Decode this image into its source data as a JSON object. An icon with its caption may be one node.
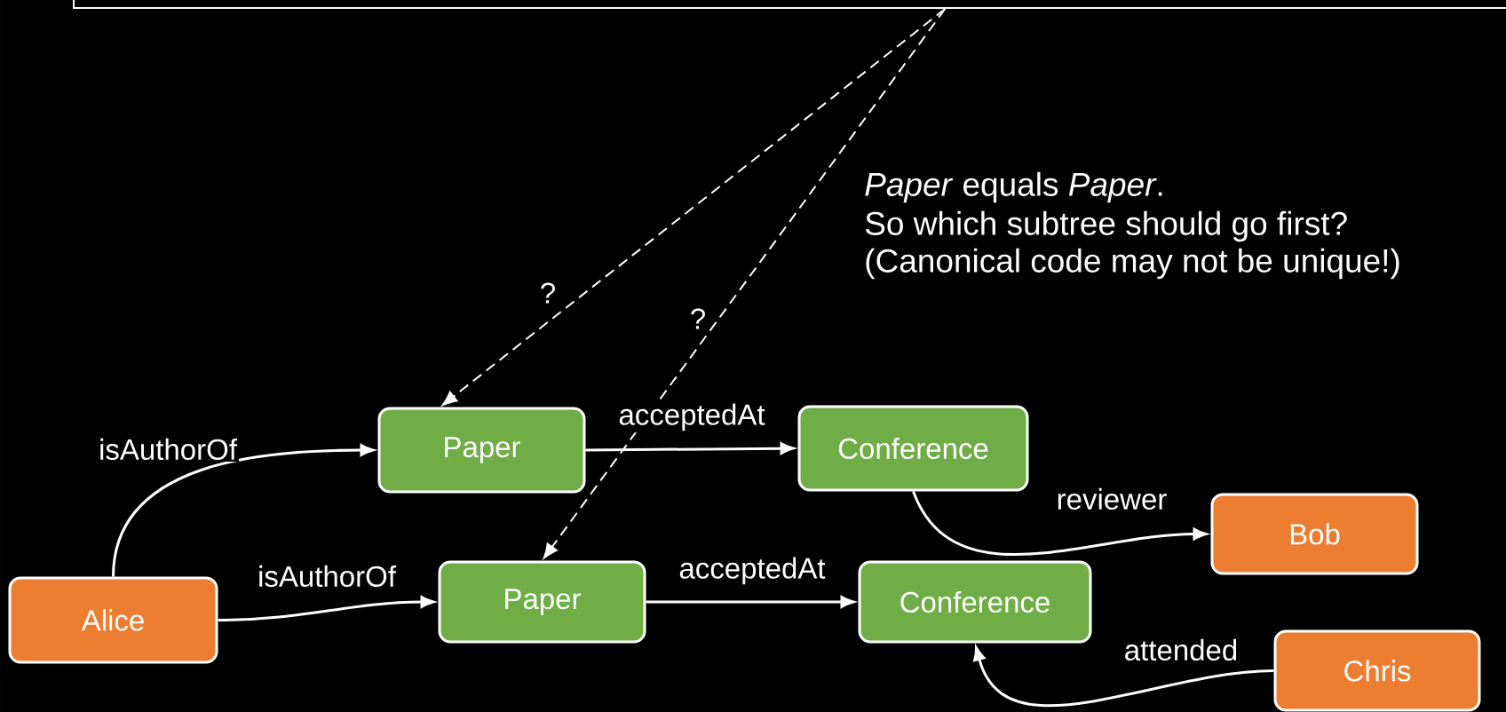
{
  "diagram": {
    "nodes": [
      {
        "text": [],
        "shape": "box"
      },
      {
        "text": [
          "Paper"
        ]
      },
      {
        "text": [
          "Conference"
        ]
      },
      {
        "text": [
          "Bob"
        ]
      },
      {
        "text": [
          "Alice"
        ]
      },
      {
        "text": [
          "Paper"
        ]
      },
      {
        "text": [
          "Conference"
        ]
      },
      {
        "text": [
          "Chris"
        ]
      }
    ],
    "edges": [
      {
        "from": 0,
        "to": 1,
        "arrow": "to",
        "style": "dashed",
        "label": "?"
      },
      {
        "from": 0,
        "to": 5,
        "arrow": "to",
        "style": "dashed",
        "label": "?"
      },
      {
        "from": 4,
        "to": 1,
        "arrow": "to",
        "label": "isAuthorOf"
      },
      {
        "from": 1,
        "to": 2,
        "arrow": "to",
        "label": "acceptedAt"
      },
      {
        "from": 2,
        "to": 3,
        "arrow": "to",
        "label": "reviewer"
      },
      {
        "from": 4,
        "to": 5,
        "arrow": "to",
        "label": "isAuthorOf"
      },
      {
        "from": 5,
        "to": 6,
        "arrow": "to",
        "label": "acceptedAt"
      },
      {
        "from": 7,
        "to": 6,
        "arrow": "to",
        "label": "attended"
      }
    ],
    "labels": [
      "*Paper* equals *Paper*.",
      "So which subtree should go first?",
      "(Canonical code may not be unique!)"
    ]
  }
}
